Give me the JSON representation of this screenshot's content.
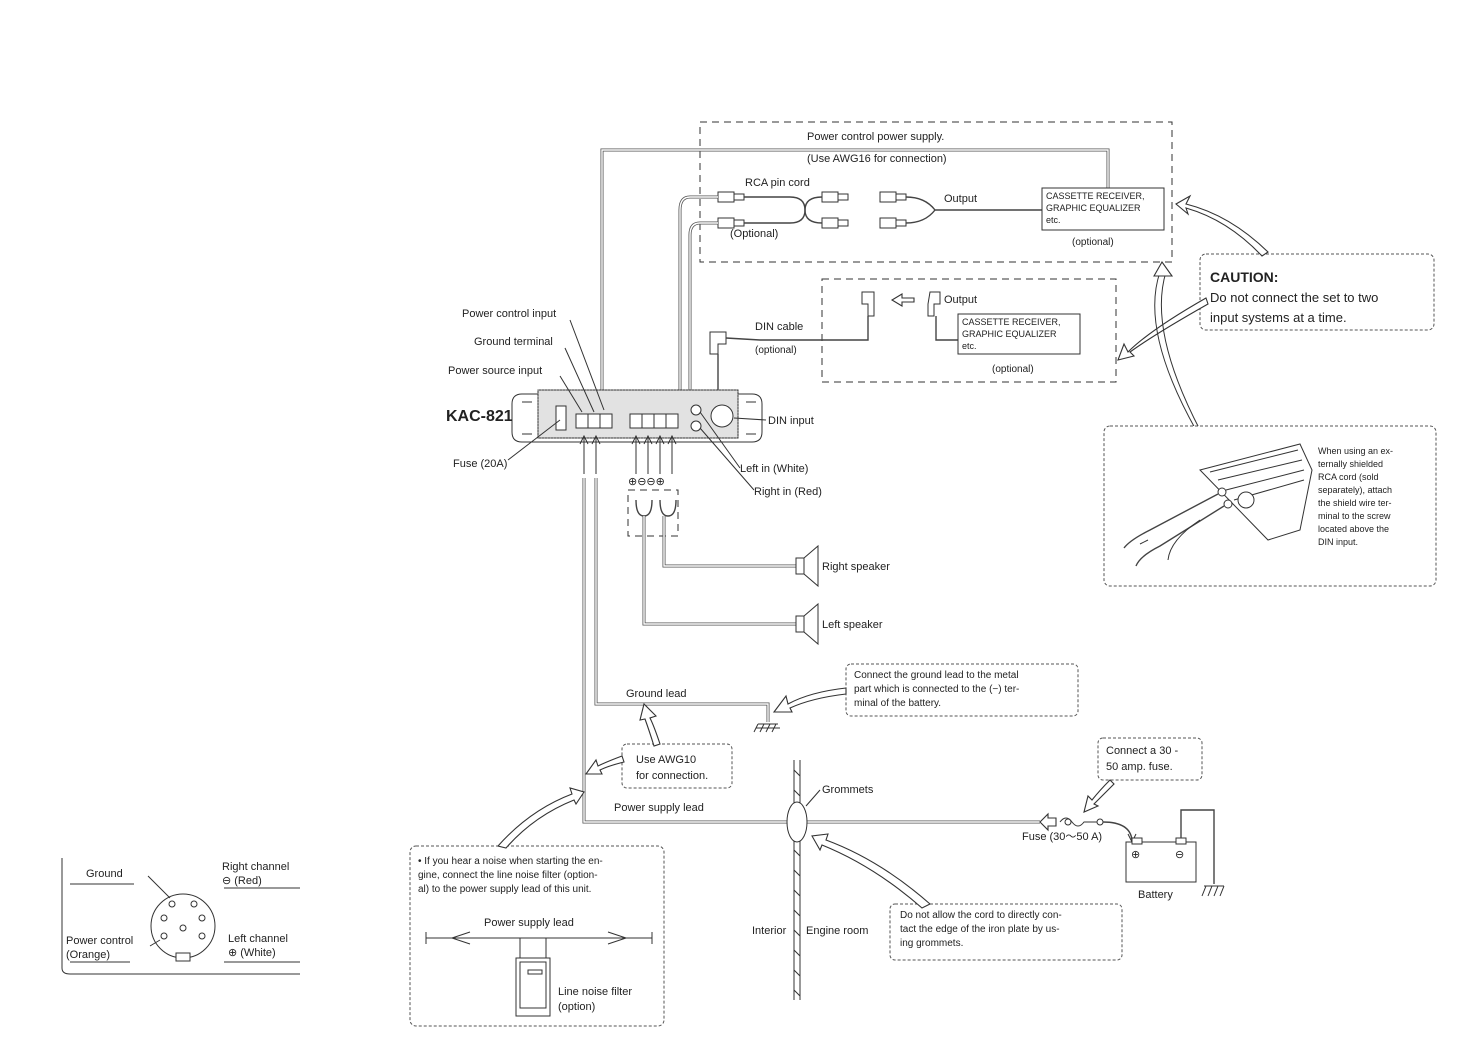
{
  "model": "KAC-821",
  "top_box": {
    "title": "Power control power supply.",
    "note": "(Use AWG16 for connection)",
    "rca_label": "RCA pin cord",
    "rca_optional": "(Optional)",
    "output_label": "Output",
    "device_lines": [
      "CASSETTE RECEIVER,",
      "GRAPHIC EQUALIZER",
      "etc."
    ],
    "device_optional": "(optional)"
  },
  "din_box": {
    "output_label": "Output",
    "din_cable": "DIN cable",
    "din_optional": "(optional)",
    "device_lines": [
      "CASSETTE RECEIVER,",
      "GRAPHIC EQUALIZER",
      "etc."
    ],
    "device_optional": "(optional)"
  },
  "caution": {
    "heading": "CAUTION:",
    "lines": [
      "Do not connect the set to two",
      "input systems at a time."
    ]
  },
  "amp_labels": {
    "power_control_input": "Power control input",
    "ground_terminal": "Ground terminal",
    "power_source_input": "Power source input",
    "fuse": "Fuse (20A)",
    "din_input": "DIN input",
    "left_in": "Left in (White)",
    "right_in": "Right in (Red)",
    "polarity": "⊕⊖⊖⊕"
  },
  "speakers": {
    "right": "Right speaker",
    "left": "Left speaker"
  },
  "shield_note": {
    "lines": [
      "When using an ex-",
      "ternally shielded",
      "RCA cord (sold",
      "separately), attach",
      "the shield wire ter-",
      "minal to the screw",
      "located above the",
      "DIN input."
    ]
  },
  "ground": {
    "lead": "Ground lead",
    "callout_lines": [
      "Connect the ground lead to the metal",
      "part which is connected to the (−) ter-",
      "minal of the battery."
    ]
  },
  "awg10": {
    "lines": [
      "Use AWG10",
      "for connection."
    ]
  },
  "power": {
    "supply_lead": "Power supply lead",
    "grommets": "Grommets",
    "fuse_callout_lines": [
      "Connect a 30 -",
      "50 amp. fuse."
    ],
    "fuse_label": "Fuse (30～50 A)",
    "battery": "Battery",
    "interior": "Interior",
    "engine_room": "Engine room",
    "grommet_callout_lines": [
      "Do not allow the cord to directly con-",
      "tact the edge of the iron plate by us-",
      "ing grommets."
    ]
  },
  "noise": {
    "lines": [
      "• If you hear a noise when starting the en-",
      "gine, connect the line noise filter (option-",
      "al) to the power supply lead of this unit."
    ],
    "supply_lead": "Power supply lead",
    "filter_lines": [
      "Line noise filter",
      "(option)"
    ]
  },
  "din_pinout": {
    "ground": "Ground",
    "right_channel": "Right channel",
    "right_channel_sub": "⊖ (Red)",
    "power_control": "Power control",
    "power_control_sub": "(Orange)",
    "left_channel": "Left channel",
    "left_channel_sub": "⊕ (White)"
  }
}
